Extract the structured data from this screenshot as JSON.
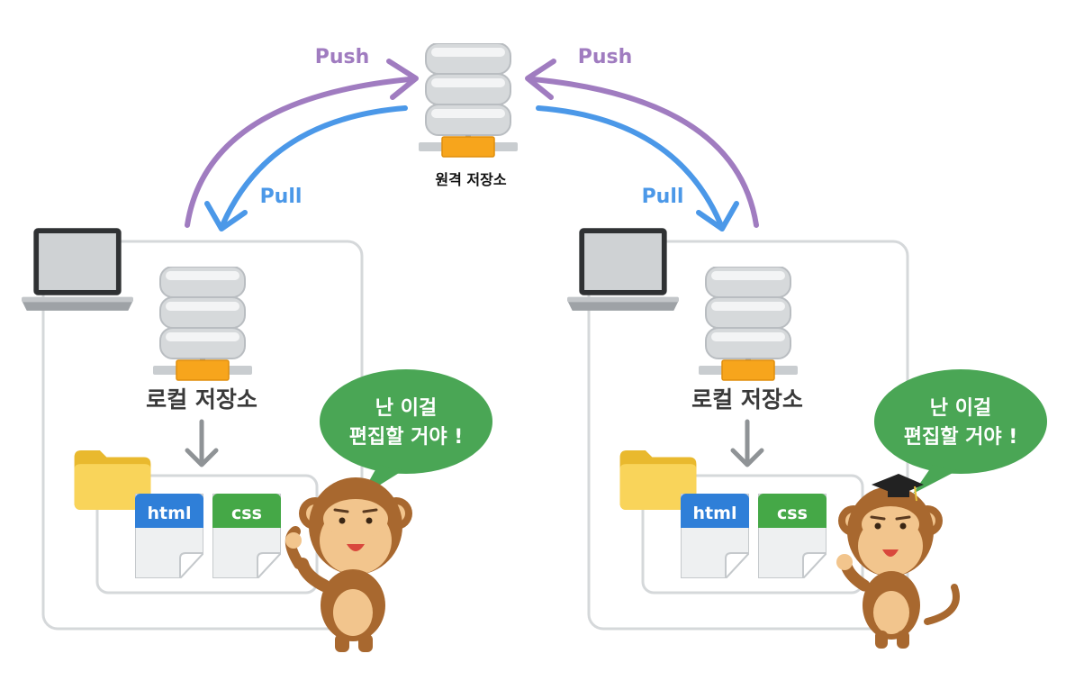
{
  "remote": {
    "label": "원격 저장소"
  },
  "arrows": {
    "push_label": "Push",
    "pull_label": "Pull"
  },
  "workstations": [
    {
      "local_label": "로컬 저장소",
      "files": [
        "html",
        "css"
      ],
      "bubble": [
        "난 이걸",
        "편집할 거야 !"
      ]
    },
    {
      "local_label": "로컬 저장소",
      "files": [
        "html",
        "css"
      ],
      "bubble": [
        "난 이걸",
        "편집할 거야 !"
      ]
    }
  ],
  "colors": {
    "push": "#a07cc0",
    "pull": "#4b98e8",
    "bubble": "#4aa655",
    "html_tab": "#2f7fd8",
    "css_tab": "#45a847",
    "folder": "#f7cf4a",
    "connector": "#f7a51c",
    "monkey": "#a8682f",
    "monkey_face": "#f2c58d"
  }
}
